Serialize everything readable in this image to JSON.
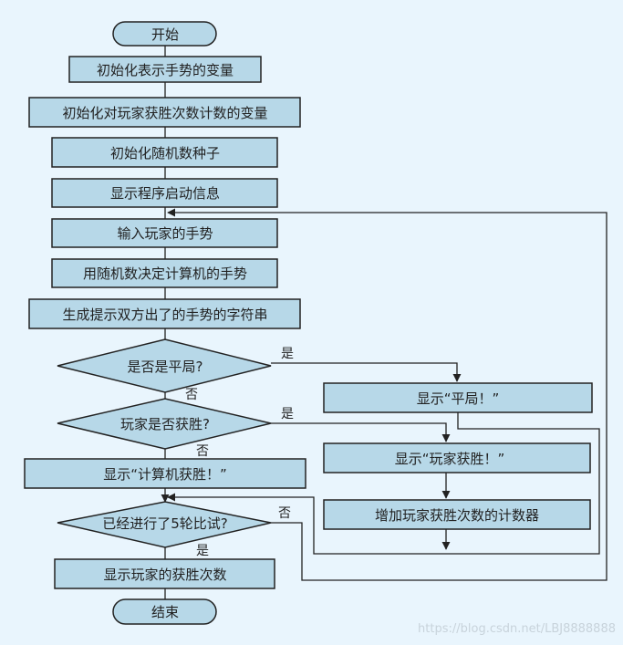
{
  "nodes": {
    "start": "开始",
    "init_gesture": "初始化表示手势的变量",
    "init_wins": "初始化对玩家获胜次数计数的变量",
    "init_seed": "初始化随机数种子",
    "show_start": "显示程序启动信息",
    "input_gesture": "输入玩家的手势",
    "computer_gesture": "用随机数决定计算机的手势",
    "gen_string": "生成提示双方出了的手势的字符串",
    "is_draw": "是否是平局?",
    "player_win": "玩家是否获胜?",
    "show_draw": "显示“平局！”",
    "show_player_win": "显示“玩家获胜！”",
    "show_computer_win": "显示“计算机获胜！”",
    "inc_counter": "增加玩家获胜次数的计数器",
    "played_five": "已经进行了5轮比试?",
    "show_wins": "显示玩家的获胜次数",
    "end": "结束"
  },
  "labels": {
    "yes1": "是",
    "no1": "否",
    "yes2": "是",
    "no2": "否",
    "no3": "否",
    "yes3": "是"
  },
  "watermark": "https://blog.csdn.net/LBJ8888888"
}
